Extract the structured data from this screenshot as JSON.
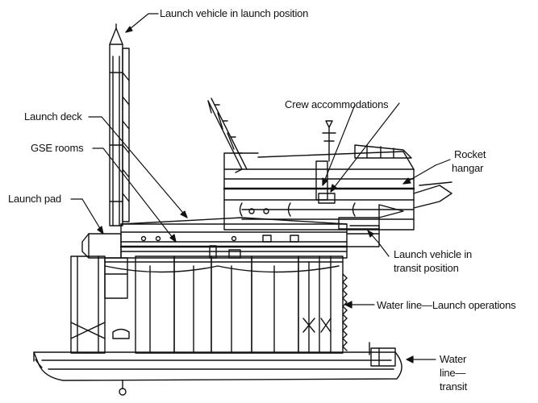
{
  "labels": {
    "launch_position": "Launch vehicle in launch position",
    "crew_accommodations": "Crew accommodations",
    "launch_deck": "Launch deck",
    "gse_rooms": "GSE rooms",
    "rocket_hangar_line1": "Rocket",
    "rocket_hangar_line2": "hangar",
    "launch_pad": "Launch pad",
    "transit_position_line1": "Launch vehicle in",
    "transit_position_line2": "transit position",
    "water_line_launch": "Water line—Launch operations",
    "water_line_transit_line1": "Water",
    "water_line_transit_line2": "line—",
    "water_line_transit_line3": "transit"
  },
  "colors": {
    "ink": "#111111",
    "background": "#ffffff"
  }
}
